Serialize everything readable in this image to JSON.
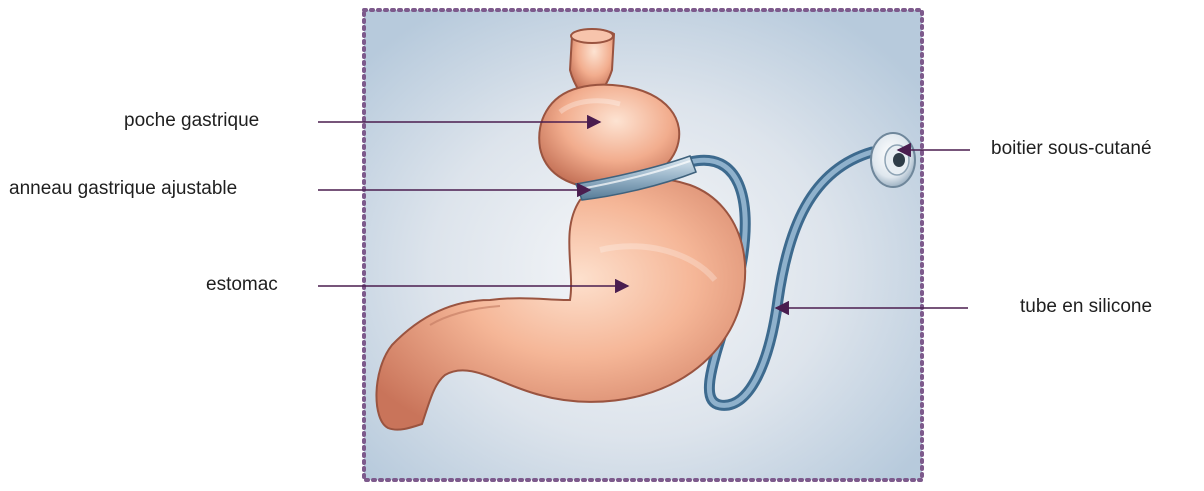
{
  "labels": {
    "poche_gastrique": "poche gastrique",
    "anneau_gastrique": "anneau gastrique ajustable",
    "estomac": "estomac",
    "boitier": "boitier sous-cutané",
    "tube": "tube en silicone"
  },
  "colors": {
    "frame_border": "#7d5a8c",
    "arrow": "#4a1d4f",
    "stomach": "#f0a98c",
    "tube": "#5a84a8",
    "background": "#c8d6e4"
  }
}
